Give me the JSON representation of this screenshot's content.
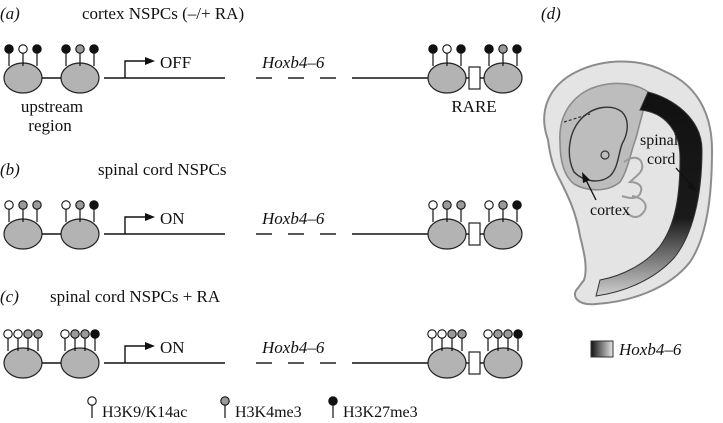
{
  "panels": {
    "a": {
      "letter": "(a)",
      "title": "cortex NSPCs (–/+ RA)",
      "status": "OFF",
      "gene": "Hoxb4–6",
      "left_label_1": "upstream",
      "left_label_2": "region",
      "rare_label": "RARE",
      "marks": {
        "n1": [
          "black",
          "white",
          "black"
        ],
        "n2": [
          "black",
          "grey",
          "black"
        ],
        "n3": [
          "black",
          "white",
          "black"
        ],
        "n4": [
          "black",
          "grey",
          "black"
        ]
      }
    },
    "b": {
      "letter": "(b)",
      "title": "spinal cord NSPCs",
      "status": "ON",
      "gene": "Hoxb4–6",
      "marks": {
        "n1": [
          "white",
          "grey",
          "grey"
        ],
        "n2": [
          "white",
          "grey",
          "black"
        ],
        "n3": [
          "white",
          "grey",
          "grey"
        ],
        "n4": [
          "white",
          "grey",
          "black"
        ]
      }
    },
    "c": {
      "letter": "(c)",
      "title": "spinal cord NSPCs + RA",
      "status": "ON",
      "gene": "Hoxb4–6",
      "marks": {
        "n1": [
          "white",
          "white",
          "grey",
          "grey"
        ],
        "n2": [
          "white",
          "grey",
          "grey",
          "black"
        ],
        "n3": [
          "white",
          "white",
          "grey",
          "grey"
        ],
        "n4": [
          "white",
          "grey",
          "grey",
          "black"
        ]
      }
    },
    "d": {
      "letter": "(d)",
      "label_cortex": "cortex",
      "label_spinal_1": "spinal",
      "label_spinal_2": "cord",
      "legend_label": "Hoxb4–6"
    }
  },
  "legend": {
    "items": [
      {
        "kind": "white",
        "label": "H3K9/K14ac"
      },
      {
        "kind": "grey",
        "label": "H3K4me3"
      },
      {
        "kind": "black",
        "label": "H3K27me3"
      }
    ]
  },
  "colors": {
    "white": "#ffffff",
    "grey": "#9a9a9a",
    "black": "#111111",
    "nucleosome": "#b3b3b3",
    "embryo": "#e4e4e4",
    "head": "#bdbdbd",
    "outline": "#8c8c8c"
  }
}
